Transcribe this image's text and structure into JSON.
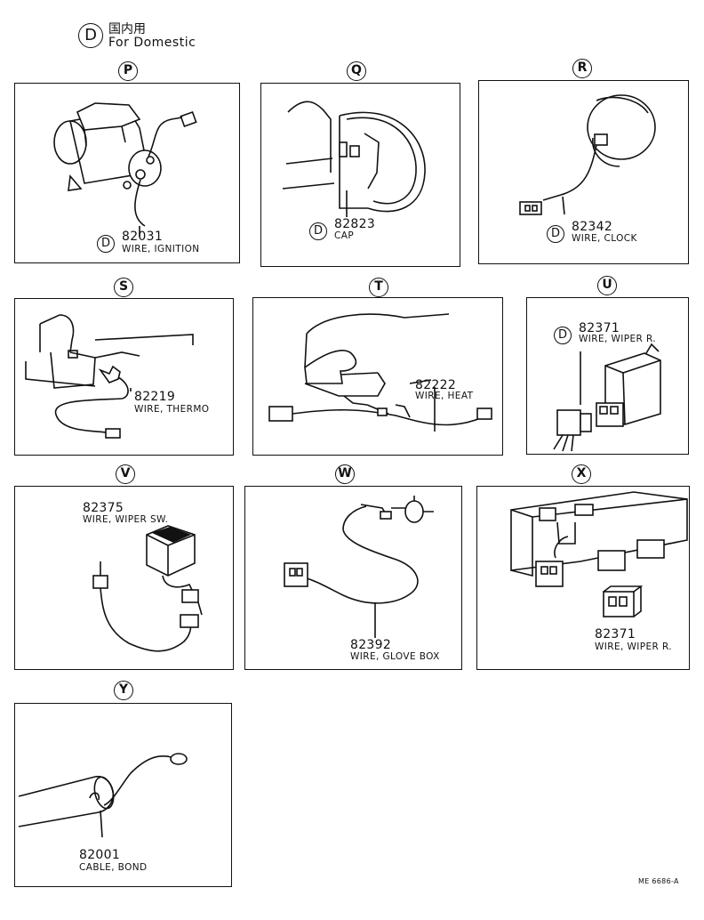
{
  "header": {
    "symbol": "D",
    "japanese": "国内用",
    "english": "For Domestic"
  },
  "panels": [
    {
      "letter": "P",
      "part_number": "82031",
      "part_name": "WIRE, IGNITION",
      "domestic_mark": "D"
    },
    {
      "letter": "Q",
      "part_number": "82823",
      "part_name": "CAP",
      "domestic_mark": "D"
    },
    {
      "letter": "R",
      "part_number": "82342",
      "part_name": "WIRE, CLOCK",
      "domestic_mark": "D"
    },
    {
      "letter": "S",
      "part_number": "82219",
      "part_name": "WIRE, THERMO"
    },
    {
      "letter": "T",
      "part_number": "82222",
      "part_name": "WIRE, HEAT"
    },
    {
      "letter": "U",
      "part_number": "82371",
      "part_name": "WIRE, WIPER R.",
      "domestic_mark": "D"
    },
    {
      "letter": "V",
      "part_number": "82375",
      "part_name": "WIRE, WIPER SW."
    },
    {
      "letter": "W",
      "part_number": "82392",
      "part_name": "WIRE, GLOVE BOX"
    },
    {
      "letter": "X",
      "part_number": "82371",
      "part_name": "WIRE, WIPER R."
    },
    {
      "letter": "Y",
      "part_number": "82001",
      "part_name": "CABLE, BOND"
    }
  ],
  "figure_code": "ME 6686-A"
}
